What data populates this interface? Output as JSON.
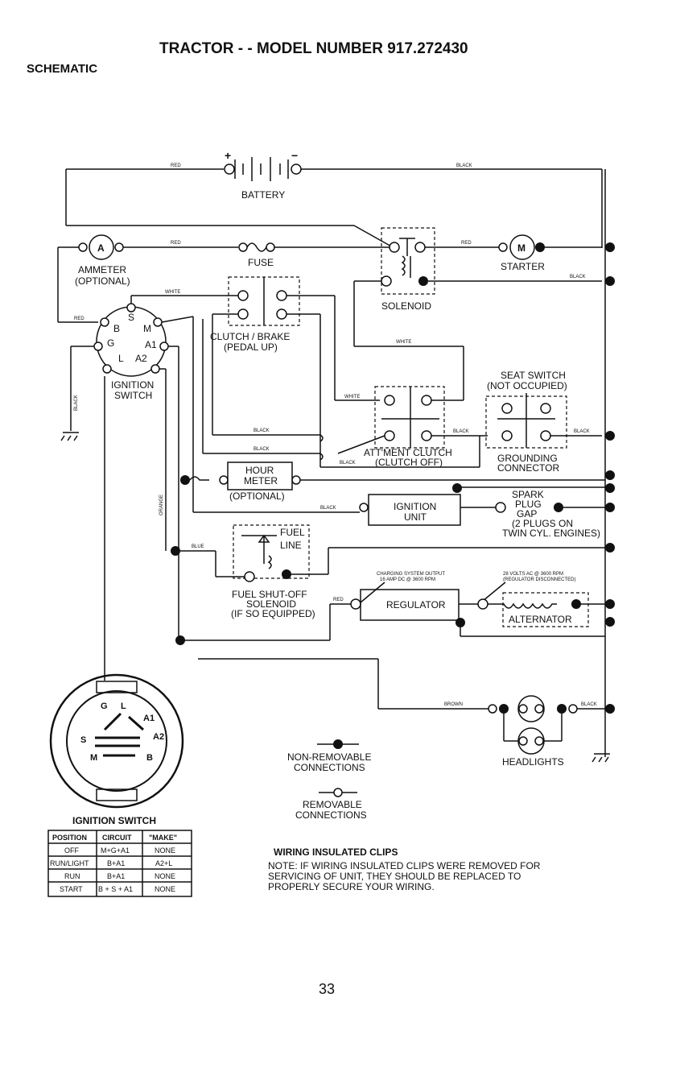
{
  "header": {
    "title": "TRACTOR - - MODEL NUMBER 917.272430",
    "section": "SCHEMATIC"
  },
  "battery": {
    "label": "BATTERY",
    "plus": "+",
    "minus": "−"
  },
  "wires": {
    "red": "RED",
    "black": "BLACK",
    "white": "WHITE",
    "orange": "ORANGE",
    "blue": "BLUE",
    "brown": "BROWN"
  },
  "components": {
    "ammeter": "AMMETER",
    "ammeter_opt": "(OPTIONAL)",
    "ammeter_sym": "A",
    "fuse": "FUSE",
    "starter": "STARTER",
    "starter_sym": "M",
    "solenoid": "SOLENOID",
    "clutch_brake": "CLUTCH / BRAKE",
    "clutch_brake_state": "(PEDAL UP)",
    "ignition_switch": "IGNITION",
    "ignition_switch2": "SWITCH",
    "seat_switch": "SEAT SWITCH",
    "seat_switch_state": "(NOT OCCUPIED)",
    "attment_clutch": "ATT'MENT CLUTCH",
    "attment_clutch_state": "(CLUTCH OFF)",
    "grounding": "GROUNDING",
    "grounding2": "CONNECTOR",
    "hour_meter": "HOUR",
    "hour_meter2": "METER",
    "hour_meter_opt": "(OPTIONAL)",
    "spark_plug": "SPARK",
    "spark_plug2": "PLUG",
    "spark_plug3": "GAP",
    "spark_plug_note": "(2 PLUGS ON",
    "spark_plug_note2": "TWIN CYL. ENGINES)",
    "ignition_unit": "IGNITION",
    "ignition_unit2": "UNIT",
    "fuel_line": "FUEL",
    "fuel_line2": "LINE",
    "fuel_solenoid": "FUEL SHUT-OFF",
    "fuel_solenoid2": "SOLENOID",
    "fuel_solenoid3": "(IF SO EQUIPPED)",
    "charging_output": "CHARGING SYSTEM OUTPUT",
    "charging_output2": "16 AMP DC @ 3600 RPM",
    "alt_output": "28 VOLTS AC @ 3600 RPM",
    "alt_output2": "(REGULATOR DISCONNECTED)",
    "regulator": "REGULATOR",
    "alternator": "ALTERNATOR",
    "headlights": "HEADLIGHTS"
  },
  "switch_terminals": {
    "b": "B",
    "s": "S",
    "m": "M",
    "g": "G",
    "a1": "A1",
    "l": "L",
    "a2": "A2"
  },
  "legend": {
    "non_removable": "NON-REMOVABLE",
    "non_removable2": "CONNECTIONS",
    "removable": "REMOVABLE",
    "removable2": "CONNECTIONS"
  },
  "ignition_table": {
    "title": "IGNITION SWITCH",
    "headers": [
      "POSITION",
      "CIRCUIT",
      "\"MAKE\""
    ],
    "rows": [
      [
        "OFF",
        "M+G+A1",
        "NONE"
      ],
      [
        "RUN/LIGHT",
        "B+A1",
        "A2+L"
      ],
      [
        "RUN",
        "B+A1",
        "NONE"
      ],
      [
        "START",
        "B + S + A1",
        "NONE"
      ]
    ]
  },
  "note": {
    "heading": "WIRING INSULATED CLIPS",
    "line1": "NOTE: IF WIRING INSULATED CLIPS WERE REMOVED FOR",
    "line2": "SERVICING OF UNIT, THEY SHOULD BE REPLACED TO",
    "line3": "PROPERLY SECURE YOUR WIRING."
  },
  "page_number": "33"
}
